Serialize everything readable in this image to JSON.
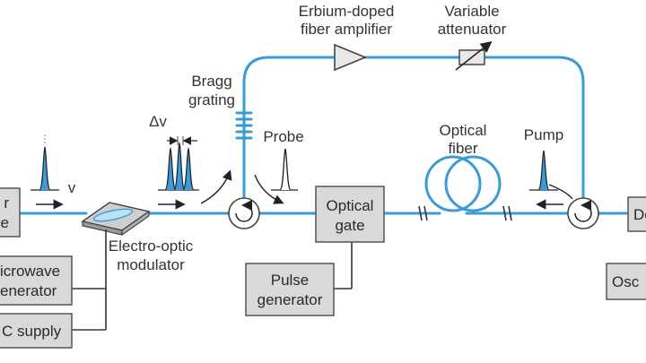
{
  "labels": {
    "edfa_line1": "Erbium-doped",
    "edfa_line2": "fiber amplifier",
    "atten_line1": "Variable",
    "atten_line2": "attenuator",
    "bragg_line1": "Bragg",
    "bragg_line2": "grating",
    "delta_nu": "Δv",
    "probe": "Probe",
    "pump": "Pump",
    "fiber_line1": "Optical",
    "fiber_line2": "fiber",
    "nu": "v",
    "eom_line1": "Electro-optic",
    "eom_line2": "modulator"
  },
  "boxes": {
    "laser_line1": "r",
    "laser_line2": "e",
    "microwave_line1": "icrowave",
    "microwave_line2": "enerator",
    "dc": "C supply",
    "gate_line1": "Optical",
    "gate_line2": "gate",
    "pulse_line1": "Pulse",
    "pulse_line2": "generator",
    "detector": "De",
    "osc": "Osc"
  },
  "colors": {
    "fiber": "#3a9bd8",
    "box_fill": "#d9d9d9",
    "signal": "#222222",
    "line": "#333333"
  }
}
